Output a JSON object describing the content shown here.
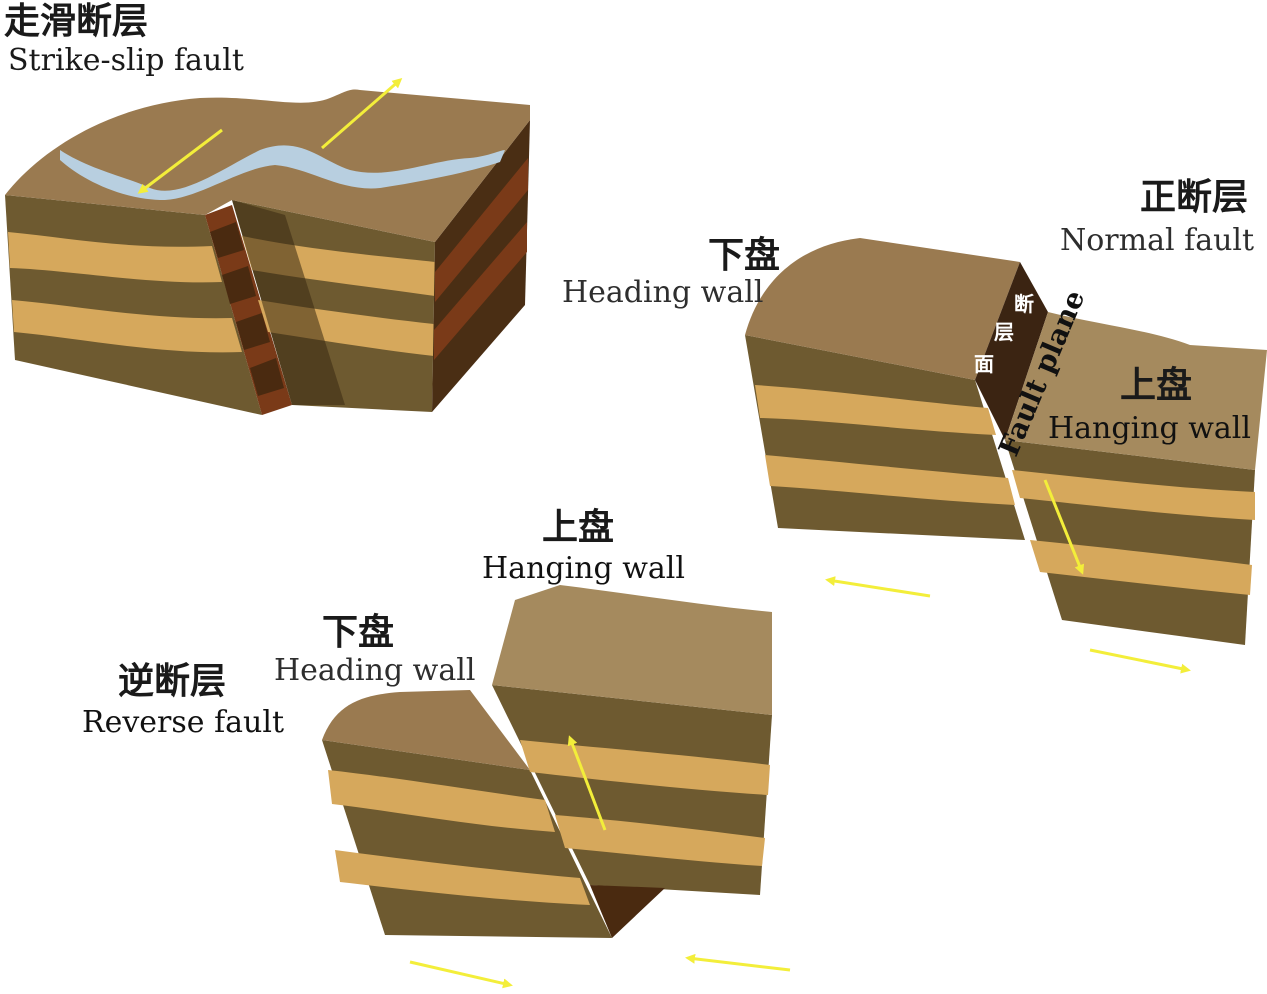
{
  "strike_slip": {
    "title_zh": "走滑断层",
    "title_en": "Strike-slip fault"
  },
  "normal": {
    "title_zh": "正断层",
    "title_en": "Normal fault",
    "footwall_zh": "下盘",
    "footwall_en": "Heading wall",
    "hanging_zh": "上盘",
    "hanging_en": "Hanging wall",
    "plane_zh": [
      "断",
      "层",
      "面"
    ],
    "plane_en": "Fault plane"
  },
  "reverse": {
    "title_zh": "逆断层",
    "title_en": "Reverse fault",
    "footwall_zh": "下盘",
    "footwall_en": "Heading wall",
    "hanging_zh": "上盘",
    "hanging_en": "Hanging wall"
  },
  "colors": {
    "top_surface": "#9a7a50",
    "top_light": "#a58a5e",
    "layer_dark": "#6e5a30",
    "layer_light": "#d6a85c",
    "side_dark": "#4a2e14",
    "side_stripe": "#7a3a18",
    "river": "#b8cfe0",
    "arrow": "#f3ee3a"
  }
}
